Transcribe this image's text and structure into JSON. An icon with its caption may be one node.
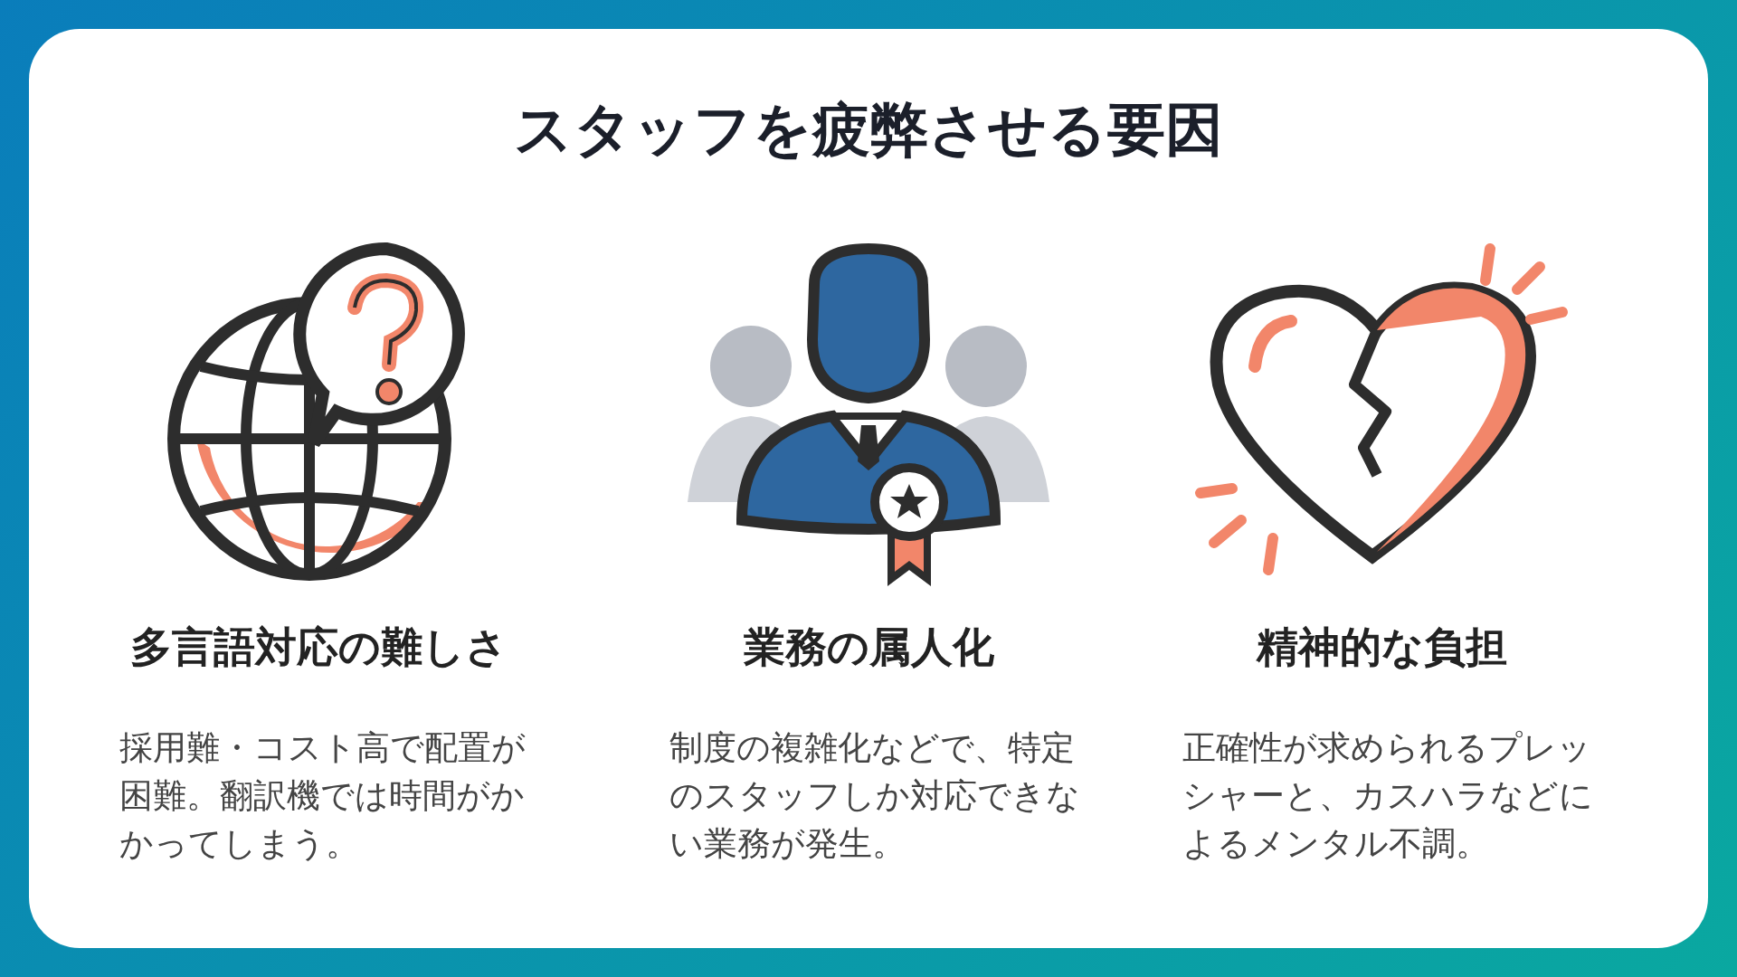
{
  "diagram": {
    "title": "スタッフを疲弊させる要因",
    "labels": [
      "多言語対応の難しさ",
      "採用難・コスト高で配置が困難。翻訳機では時間がかかってしまう。",
      "業務の属人化",
      "制度の複雑化などで、特定のスタッフしか対応できない業務が発生。",
      "精神的な負担",
      "正確性が求められるプレッシャーと、カスハラなどによるメンタル不調。"
    ]
  }
}
